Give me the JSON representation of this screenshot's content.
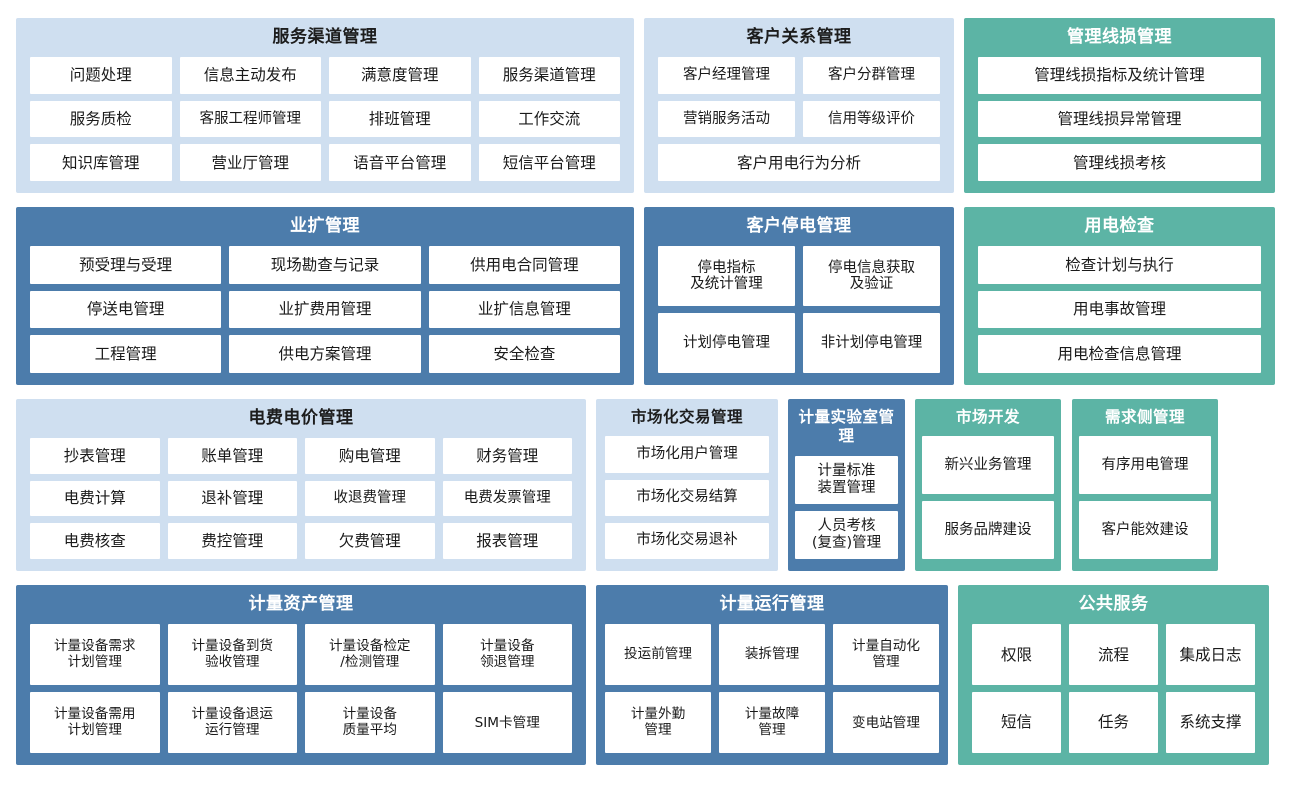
{
  "theme": {
    "bg": "#ffffff",
    "panel_light_blue": "#cfdff0",
    "panel_dark_blue": "#4c7cab",
    "panel_teal": "#5cb4a5",
    "cell_bg": "#ffffff",
    "text_dark": "#1a1a1a",
    "text_light": "#ffffff"
  },
  "rows": [
    {
      "panels": [
        {
          "title": "服务渠道管理",
          "style": "blue-light",
          "cells": [
            [
              "问题处理",
              "信息主动发布",
              "满意度管理",
              "服务渠道管理"
            ],
            [
              "服务质检",
              "客服工程师管理",
              "排班管理",
              "工作交流"
            ],
            [
              "知识库管理",
              "营业厅管理",
              "语音平台管理",
              "短信平台管理"
            ]
          ]
        },
        {
          "title": "客户关系管理",
          "style": "blue-light",
          "cells": [
            [
              "客户经理管理",
              "客户分群管理"
            ],
            [
              "营销服务活动",
              "信用等级评价"
            ],
            [
              "客户用电行为分析"
            ]
          ]
        },
        {
          "title": "管理线损管理",
          "style": "teal",
          "cells": [
            [
              "管理线损指标及统计管理"
            ],
            [
              "管理线损异常管理"
            ],
            [
              "管理线损考核"
            ]
          ]
        }
      ]
    },
    {
      "panels": [
        {
          "title": "业扩管理",
          "style": "blue-dark",
          "cells": [
            [
              "预受理与受理",
              "现场勘查与记录",
              "供用电合同管理"
            ],
            [
              "停送电管理",
              "业扩费用管理",
              "业扩信息管理"
            ],
            [
              "工程管理",
              "供电方案管理",
              "安全检查"
            ]
          ]
        },
        {
          "title": "客户停电管理",
          "style": "blue-dark",
          "cells": [
            [
              "停电指标\n及统计管理",
              "停电信息获取\n及验证"
            ],
            [
              "计划停电管理",
              "非计划停电管理"
            ]
          ]
        },
        {
          "title": "用电检查",
          "style": "teal",
          "cells": [
            [
              "检查计划与执行"
            ],
            [
              "用电事故管理"
            ],
            [
              "用电检查信息管理"
            ]
          ]
        }
      ]
    },
    {
      "panels": [
        {
          "title": "电费电价管理",
          "style": "blue-light",
          "cells": [
            [
              "抄表管理",
              "账单管理",
              "购电管理",
              "财务管理"
            ],
            [
              "电费计算",
              "退补管理",
              "收退费管理",
              "电费发票管理"
            ],
            [
              "电费核查",
              "费控管理",
              "欠费管理",
              "报表管理"
            ]
          ]
        },
        {
          "title": "市场化交易管理",
          "style": "blue-light",
          "cells": [
            [
              "市场化用户管理"
            ],
            [
              "市场化交易结算"
            ],
            [
              "市场化交易退补"
            ]
          ]
        },
        {
          "title": "计量实验室管理",
          "style": "blue-dark",
          "cells": [
            [
              "计量标准\n装置管理"
            ],
            [
              "人员考核\n(复查)管理"
            ]
          ]
        },
        {
          "title": "市场开发",
          "style": "teal",
          "cells": [
            [
              "新兴业务管理"
            ],
            [
              "服务品牌建设"
            ]
          ]
        },
        {
          "title": "需求侧管理",
          "style": "teal",
          "cells": [
            [
              "有序用电管理"
            ],
            [
              "客户能效建设"
            ]
          ]
        }
      ]
    },
    {
      "panels": [
        {
          "title": "计量资产管理",
          "style": "blue-dark",
          "cells": [
            [
              "计量设备需求\n计划管理",
              "计量设备到货\n验收管理",
              "计量设备检定\n/检测管理",
              "计量设备\n领退管理"
            ],
            [
              "计量设备需用\n计划管理",
              "计量设备退运\n运行管理",
              "计量设备\n质量平均",
              "SIM卡管理"
            ]
          ]
        },
        {
          "title": "计量运行管理",
          "style": "blue-dark",
          "cells": [
            [
              "投运前管理",
              "装拆管理",
              "计量自动化\n管理"
            ],
            [
              "计量外勤\n管理",
              "计量故障\n管理",
              "变电站管理"
            ]
          ]
        },
        {
          "title": "公共服务",
          "style": "teal",
          "cells": [
            [
              "权限",
              "流程",
              "集成日志"
            ],
            [
              "短信",
              "任务",
              "系统支撑"
            ]
          ]
        }
      ]
    }
  ]
}
